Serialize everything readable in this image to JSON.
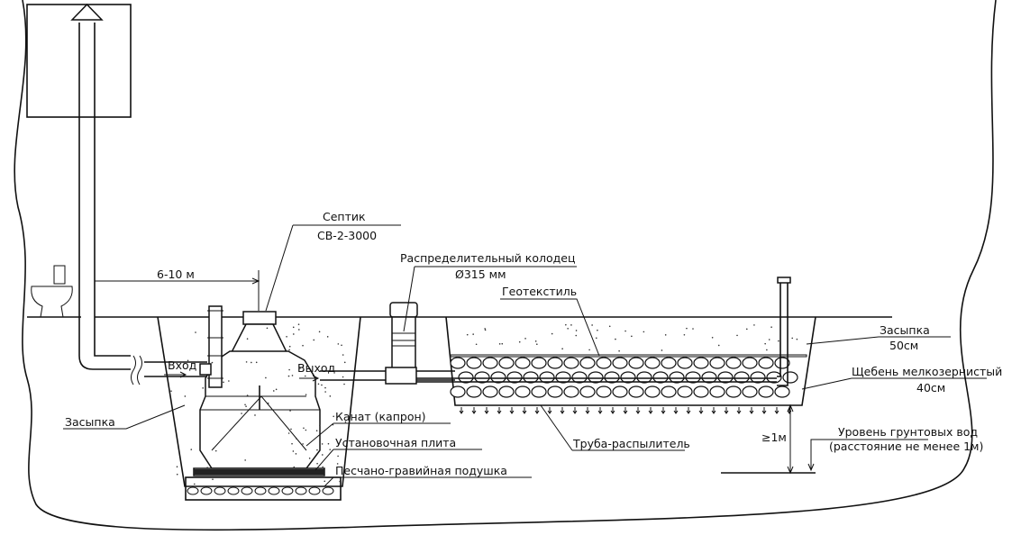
{
  "labels": {
    "septic_title": "Септик",
    "septic_model": "СВ-2-3000",
    "distance": "6-10 м",
    "dist_well": "Распределительный колодец",
    "dist_well_size": "Ø315 мм",
    "geotextile": "Геотекстиль",
    "backfill_top": "Засыпка",
    "backfill_top_depth": "50см",
    "gravel": "Щебень мелкозернистый",
    "gravel_depth": "40см",
    "min_height": "≥1м",
    "groundwater": "Уровень грунтовых вод",
    "groundwater_note": "(расстояние не менее 1м)",
    "spray_pipe": "Труба-распылитель",
    "rope": "Канат (капрон)",
    "plate": "Установочная плита",
    "cushion": "Песчано-гравийная подушка",
    "backfill_left": "Засыпка",
    "inlet": "Вход",
    "outlet": "Выход"
  }
}
